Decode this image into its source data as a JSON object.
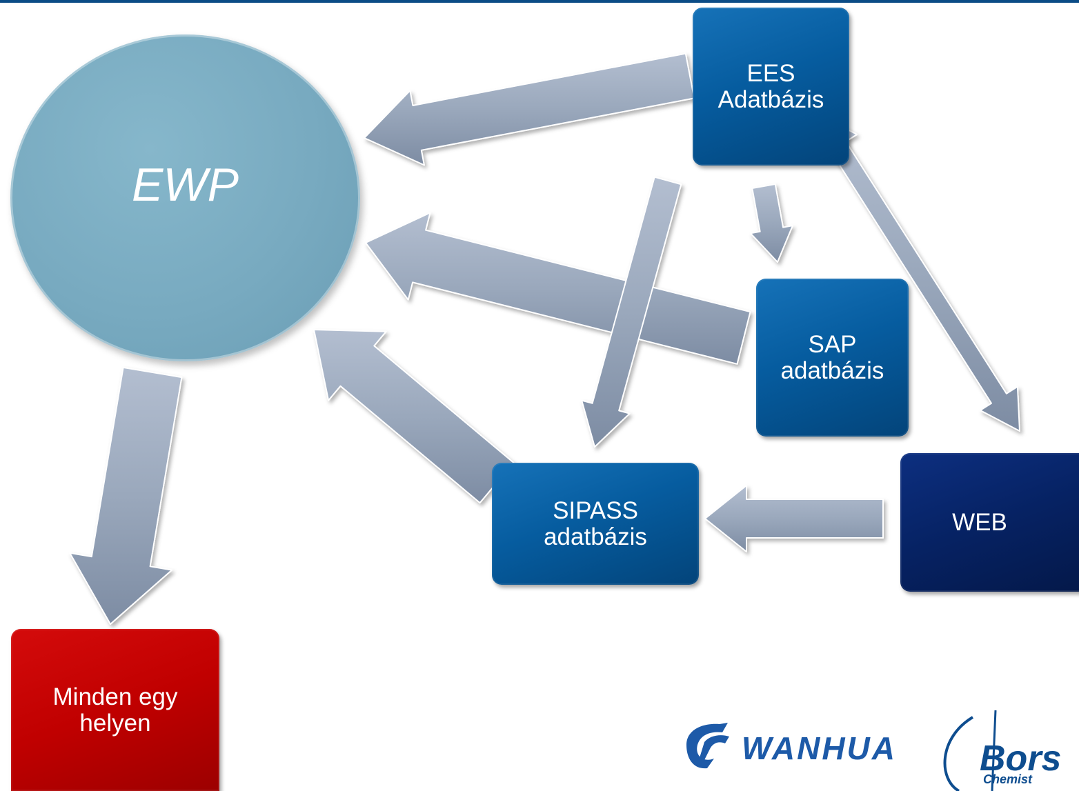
{
  "nodes": {
    "ewp": {
      "label": "EWP"
    },
    "ews": {
      "label": "EES\nAdatbázis"
    },
    "sap": {
      "label": "SAP\nadatbázis"
    },
    "sipass": {
      "label": "SIPASS\nadatbázis"
    },
    "web": {
      "label": "WEB"
    },
    "minden": {
      "label": "Minden egy\nhelyen"
    }
  },
  "edges": [
    {
      "from": "ews",
      "to": "ewp"
    },
    {
      "from": "sap",
      "to": "ewp"
    },
    {
      "from": "sipass",
      "to": "ewp"
    },
    {
      "from": "ews",
      "to": "sap"
    },
    {
      "from": "ews",
      "to": "sipass"
    },
    {
      "from": "web",
      "to": "sipass"
    },
    {
      "from": "web",
      "to": "ews",
      "bidirectional": true
    },
    {
      "from": "ewp",
      "to": "minden"
    }
  ],
  "colors": {
    "top_rule": "#0b4c86",
    "node_blue": "#065c9f",
    "node_navy": "#062263",
    "node_red": "#c00000",
    "circle": "#78aac0",
    "arrow": "#9aa8bc"
  },
  "logos": {
    "wanhua": "WANHUA",
    "borsod": "Bors",
    "borsod_sub": "Chemist"
  }
}
